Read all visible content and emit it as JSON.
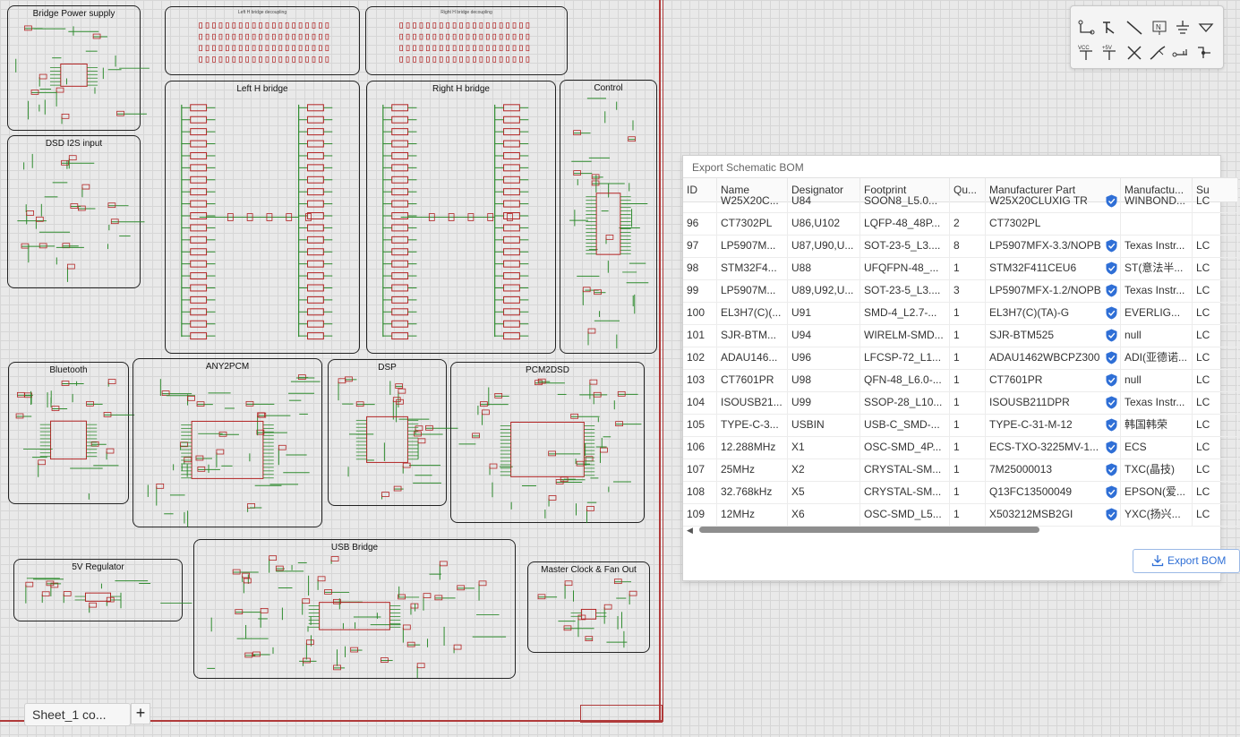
{
  "blocks": [
    {
      "title": "Bridge Power supply",
      "small": false
    },
    {
      "title": "DSD I2S input",
      "small": false
    },
    {
      "title": "Left H bridge decoupling",
      "small": true
    },
    {
      "title": "Right H bridge decoupling",
      "small": true
    },
    {
      "title": "Left H bridge",
      "small": false
    },
    {
      "title": "Right H bridge",
      "small": false
    },
    {
      "title": "Control",
      "small": false
    },
    {
      "title": "Bluetooth",
      "small": false
    },
    {
      "title": "ANY2PCM",
      "small": false
    },
    {
      "title": "DSP",
      "small": false
    },
    {
      "title": "PCM2DSD",
      "small": false
    },
    {
      "title": "5V Regulator",
      "small": false
    },
    {
      "title": "USB Bridge",
      "small": false
    },
    {
      "title": "Master Clock & Fan Out",
      "small": false
    }
  ],
  "palette": {
    "tools": [
      "wire-icon",
      "bus-icon",
      "line-icon",
      "netlabel-icon",
      "ground-icon",
      "arrow-icon",
      "vcc-icon",
      "plus5v-icon",
      "no-connect-icon",
      "probe-icon",
      "netport-icon",
      "junction-icon"
    ],
    "vcc_label": "VCC",
    "plus5v_label": "+5V"
  },
  "bom": {
    "title": "Export Schematic BOM",
    "columns": [
      "ID",
      "Name",
      "Designator",
      "Footprint",
      "Qu...",
      "Manufacturer Part",
      "Manufactu...",
      "Su"
    ],
    "partial_row": [
      "",
      "W25X20C...",
      "U84",
      "SOON8_L5.0...",
      "",
      "W25X20CLUXIG TR",
      "WINBOND...",
      "LC"
    ],
    "rows": [
      {
        "id": "96",
        "name": "CT7302PL",
        "des": "U86,U102",
        "fp": "LQFP-48_48P...",
        "qty": "2",
        "mpn": "CT7302PL",
        "verified": false,
        "mfr": "",
        "sup": ""
      },
      {
        "id": "97",
        "name": "LP5907M...",
        "des": "U87,U90,U...",
        "fp": "SOT-23-5_L3....",
        "qty": "8",
        "mpn": "LP5907MFX-3.3/NOPB",
        "verified": true,
        "mfr": "Texas Instr...",
        "sup": "LC"
      },
      {
        "id": "98",
        "name": "STM32F4...",
        "des": "U88",
        "fp": "UFQFPN-48_...",
        "qty": "1",
        "mpn": "STM32F411CEU6",
        "verified": true,
        "mfr": "ST(意法半...",
        "sup": "LC"
      },
      {
        "id": "99",
        "name": "LP5907M...",
        "des": "U89,U92,U...",
        "fp": "SOT-23-5_L3....",
        "qty": "3",
        "mpn": "LP5907MFX-1.2/NOPB",
        "verified": true,
        "mfr": "Texas Instr...",
        "sup": "LC"
      },
      {
        "id": "100",
        "name": "EL3H7(C)(...",
        "des": "U91",
        "fp": "SMD-4_L2.7-...",
        "qty": "1",
        "mpn": "EL3H7(C)(TA)-G",
        "verified": true,
        "mfr": "EVERLIG...",
        "sup": "LC"
      },
      {
        "id": "101",
        "name": "SJR-BTM...",
        "des": "U94",
        "fp": "WIRELM-SMD...",
        "qty": "1",
        "mpn": "SJR-BTM525",
        "verified": true,
        "mfr": "null",
        "sup": "LC"
      },
      {
        "id": "102",
        "name": "ADAU146...",
        "des": "U96",
        "fp": "LFCSP-72_L1...",
        "qty": "1",
        "mpn": "ADAU1462WBCPZ300",
        "verified": true,
        "mfr": "ADI(亚德诺...",
        "sup": "LC"
      },
      {
        "id": "103",
        "name": "CT7601PR",
        "des": "U98",
        "fp": "QFN-48_L6.0-...",
        "qty": "1",
        "mpn": "CT7601PR",
        "verified": true,
        "mfr": "null",
        "sup": "LC"
      },
      {
        "id": "104",
        "name": "ISOUSB21...",
        "des": "U99",
        "fp": "SSOP-28_L10...",
        "qty": "1",
        "mpn": "ISOUSB211DPR",
        "verified": true,
        "mfr": "Texas Instr...",
        "sup": "LC"
      },
      {
        "id": "105",
        "name": "TYPE-C-3...",
        "des": "USBIN",
        "fp": "USB-C_SMD-...",
        "qty": "1",
        "mpn": "TYPE-C-31-M-12",
        "verified": true,
        "mfr": "韩国韩荣",
        "sup": "LC"
      },
      {
        "id": "106",
        "name": "12.288MHz",
        "des": "X1",
        "fp": "OSC-SMD_4P...",
        "qty": "1",
        "mpn": "ECS-TXO-3225MV-1...",
        "verified": true,
        "mfr": "ECS",
        "sup": "LC"
      },
      {
        "id": "107",
        "name": "25MHz",
        "des": "X2",
        "fp": "CRYSTAL-SM...",
        "qty": "1",
        "mpn": "7M25000013",
        "verified": true,
        "mfr": "TXC(晶技)",
        "sup": "LC"
      },
      {
        "id": "108",
        "name": "32.768kHz",
        "des": "X5",
        "fp": "CRYSTAL-SM...",
        "qty": "1",
        "mpn": "Q13FC13500049",
        "verified": true,
        "mfr": "EPSON(爱...",
        "sup": "LC"
      },
      {
        "id": "109",
        "name": "12MHz",
        "des": "X6",
        "fp": "OSC-SMD_L5...",
        "qty": "1",
        "mpn": "X503212MSB2GI",
        "verified": true,
        "mfr": "YXC(扬兴...",
        "sup": "LC"
      }
    ],
    "export_label": "Export BOM"
  },
  "sheet_tab": "Sheet_1 co...",
  "add_tab": "+",
  "colors": {
    "wire": "#2e8b2e",
    "component": "#b22222",
    "border": "#b03a3a",
    "accent": "#2f6fd6"
  }
}
